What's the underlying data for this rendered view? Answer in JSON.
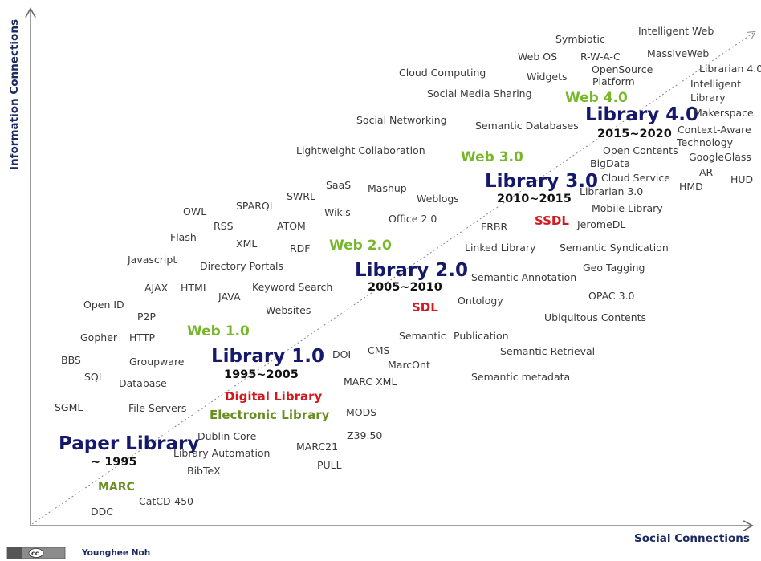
{
  "axes": {
    "y_label": "Information Connections",
    "x_label": "Social Connections"
  },
  "libraries": [
    {
      "title": "Paper Library",
      "era": "~ 1995"
    },
    {
      "title": "Library 1.0",
      "era": "1995~2005"
    },
    {
      "title": "Library 2.0",
      "era": "2005~2010"
    },
    {
      "title": "Library 3.0",
      "era": "2010~2015"
    },
    {
      "title": "Library 4.0",
      "era": "2015~2020"
    }
  ],
  "webs": [
    "Web 1.0",
    "Web 2.0",
    "Web 3.0",
    "Web 4.0"
  ],
  "highlights": {
    "marc": "MARC",
    "digital": "Digital Library",
    "electronic": "Electronic Library",
    "sdl": "SDL",
    "ssdl": "SSDL"
  },
  "terms": [
    "SGML",
    "BBS",
    "SQL",
    "Gopher",
    "HTTP",
    "Open ID",
    "P2P",
    "AJAX",
    "HTML",
    "JAVA",
    "Javascript",
    "Flash",
    "OWL",
    "RSS",
    "SPARQL",
    "XML",
    "ATOM",
    "RDF",
    "SWRL",
    "Wikis",
    "SaaS",
    "Mashup",
    "Weblogs",
    "Office 2.0",
    "Directory Portals",
    "Keyword Search",
    "Websites",
    "Groupware",
    "Database",
    "File Servers",
    "Dublin Core",
    "Library Automation",
    "BibTeX",
    "CatCD-450",
    "DDC",
    "MARC21",
    "PULL",
    "Z39.50",
    "MODS",
    "MARC XML",
    "DOI",
    "CMS",
    "MarcOnt",
    "Semantic",
    "Publication",
    "Semantic Retrieval",
    "Semantic metadata",
    "Ontology",
    "Semantic Annotation",
    "Linked Library",
    "FRBR",
    "Lightweight Collaboration",
    "Social Networking",
    "Social Media Sharing",
    "Cloud Computing",
    "Semantic Databases",
    "Web OS",
    "Widgets",
    "Symbiotic",
    "R-W-A-C",
    "OpenSource",
    "Platform",
    "Intelligent Web",
    "MassiveWeb",
    "Librarian 4.0",
    "Intelligent",
    "Library",
    "Makerspace",
    "Context-Aware",
    "Technology",
    "GoogleGlass",
    "AR",
    "HUD",
    "HMD",
    "Open Contents",
    "BigData",
    "Cloud Service",
    "Librarian 3.0",
    "Mobile Library",
    "JeromeDL",
    "Semantic Syndication",
    "Geo Tagging",
    "OPAC 3.0",
    "Ubiquitous Contents"
  ],
  "credit": {
    "author": "Younghee Noh",
    "license_badge": "cc"
  },
  "colors": {
    "library": "#16196b",
    "web": "#76b82a",
    "highlight_red": "#d4181e",
    "marc": "#6b8e23",
    "electronic": "#6b8e23",
    "term": "#3a3a3a"
  }
}
